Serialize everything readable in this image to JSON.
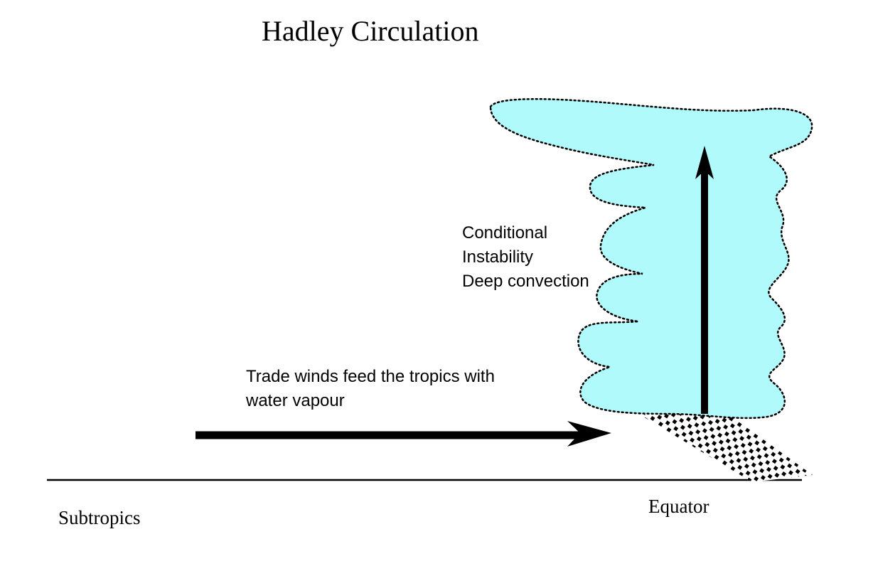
{
  "diagram": {
    "title": "Hadley Circulation",
    "convection_label": {
      "lines": [
        "Conditional",
        "Instability",
        "Deep convection"
      ]
    },
    "trade_winds_label": {
      "lines": [
        "Trade winds feed the tropics with",
        "water vapour"
      ]
    },
    "subtropics_label": "Subtropics",
    "equator_label": "Equator",
    "colors": {
      "cloud_fill": "#b0fafc",
      "cloud_outline": "#000000",
      "arrow": "#000000",
      "ground_line": "#000000",
      "hatch": "#000000"
    }
  }
}
